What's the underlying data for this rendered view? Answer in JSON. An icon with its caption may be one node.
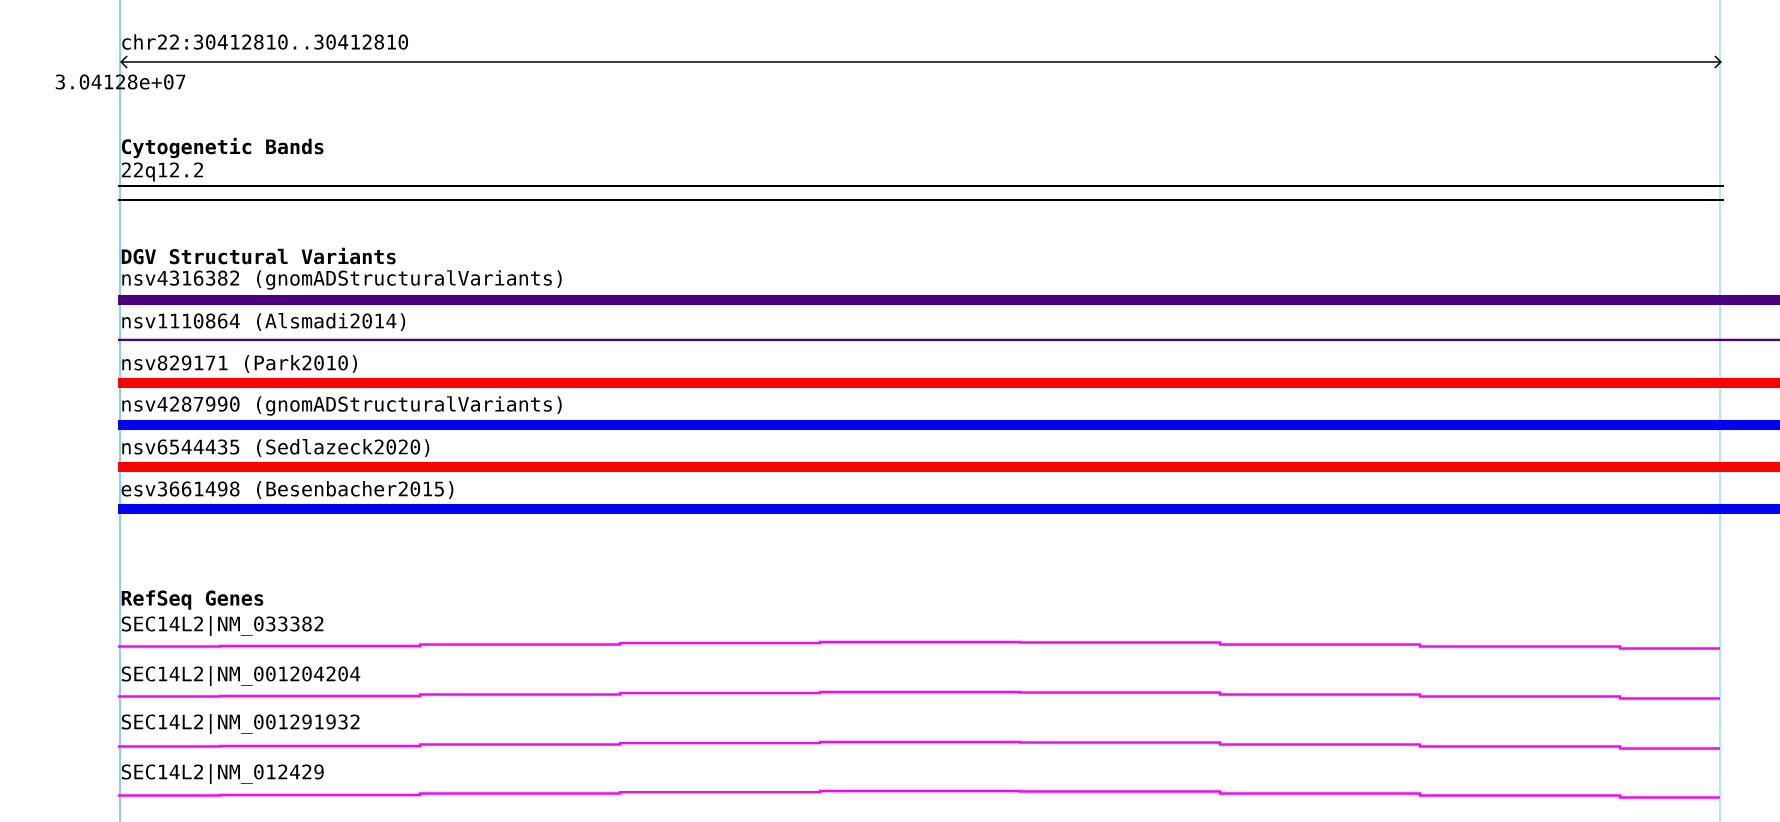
{
  "diagram": {
    "labels": [
      "chr22:30412810..30412810",
      "3.04128e+07",
      "Cytogenetic Bands",
      "22q12.2",
      "DGV Structural Variants",
      "nsv4316382 (gnomADStructuralVariants)",
      "nsv1110864 (Alsmadi2014)",
      "nsv829171 (Park2010)",
      "nsv4287990 (gnomADStructuralVariants)",
      "nsv6544435 (Sedlazeck2020)",
      "esv3661498 (Besenbacher2015)",
      "RefSeq Genes",
      "SEC14L2|NM_033382",
      "SEC14L2|NM_001204204",
      "SEC14L2|NM_001291932",
      "SEC14L2|NM_012429"
    ]
  }
}
